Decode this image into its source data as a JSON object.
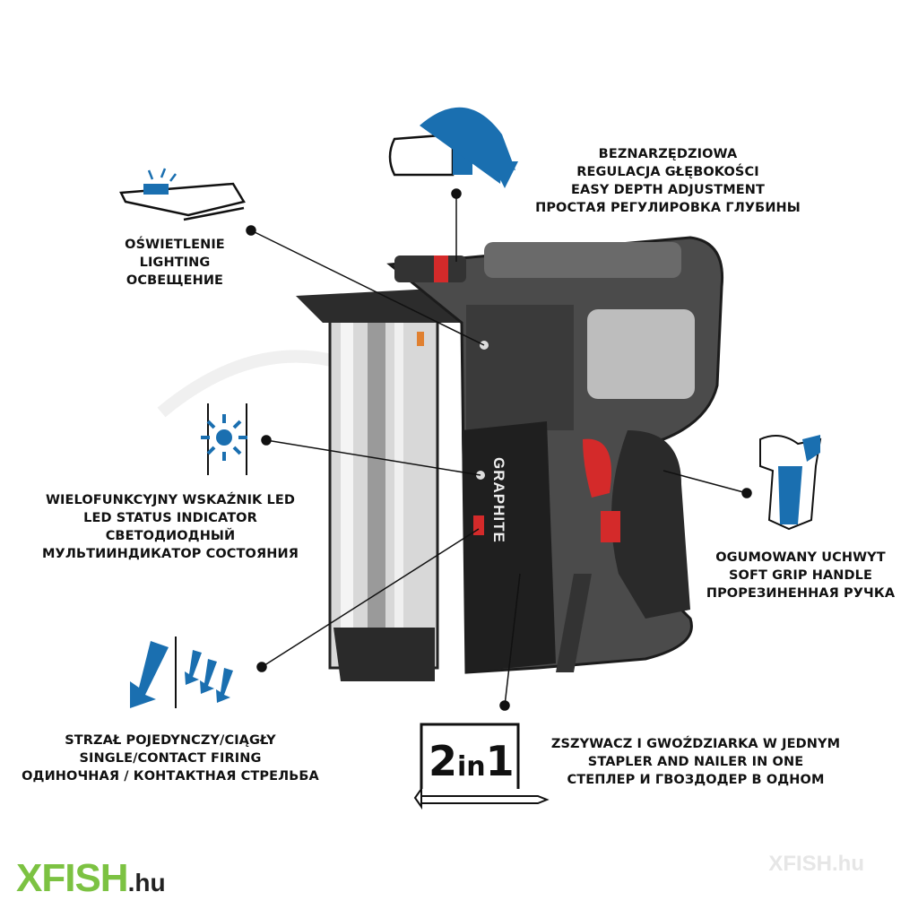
{
  "features": {
    "depth": {
      "lines": [
        "BEZNARZĘDZIOWA",
        "REGULACJA GŁĘBOKOŚCI",
        "EASY DEPTH ADJUSTMENT",
        "ПРОСТАЯ РЕГУЛИРОВКА ГЛУБИНЫ"
      ]
    },
    "lighting": {
      "lines": [
        "OŚWIETLENIE",
        "LIGHTING",
        "ОСВЕЩЕНИЕ"
      ]
    },
    "led": {
      "lines": [
        "WIELOFUNKCYJNY WSKAŹNIK LED",
        "LED STATUS INDICATOR",
        "СВЕТОДИОДНЫЙ",
        "МУЛЬТИИНДИКАТОР СОСТОЯНИЯ"
      ]
    },
    "grip": {
      "lines": [
        "OGUMOWANY UCHWYT",
        "SOFT GRIP HANDLE",
        "ПРОРЕЗИНЕННАЯ РУЧКА"
      ]
    },
    "firing": {
      "lines": [
        "STRZAŁ POJEDYNCZY/CIĄGŁY",
        "SINGLE/CONTACT FIRING",
        "ОДИНОЧНАЯ / КОНТАКТНАЯ СТРЕЛЬБА"
      ]
    },
    "twoinone": {
      "badge_main": "2",
      "badge_small": "in",
      "badge_end": "1",
      "lines": [
        "ZSZYWACZ I GWOŹDZIARKA W JEDNYM",
        "STAPLER AND NAILER IN ONE",
        "СТЕПЛЕР И ГВОЗДОДЕР В ОДНОМ"
      ]
    }
  },
  "product": {
    "brand": "GRAPHITE"
  },
  "logo": {
    "name": "XFISH",
    "tld": ".hu"
  },
  "watermark": {
    "text": "XFISH.hu"
  },
  "colors": {
    "accent_blue": "#1a6fb0",
    "trigger_red": "#d42a2a",
    "logo_green": "#7cc242"
  }
}
